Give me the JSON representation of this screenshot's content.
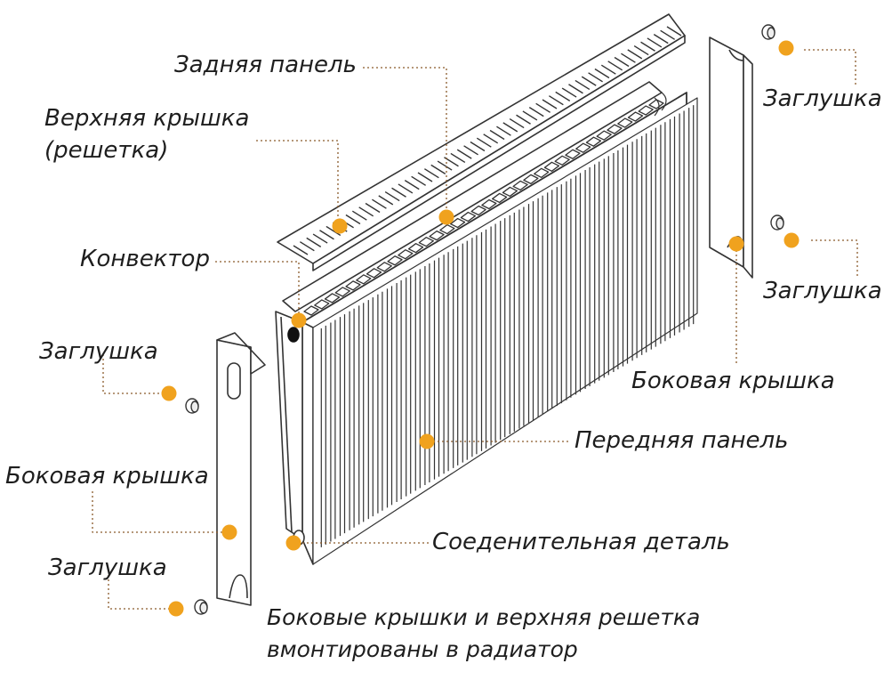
{
  "labels": {
    "back_panel": "Задняя панель",
    "top_cover_line1": "Верхняя крышка",
    "top_cover_line2": "(решетка)",
    "convector": "Конвектор",
    "plug_left_upper": "Заглушка",
    "side_cover_left": "Боковая крышка",
    "plug_left_lower": "Заглушка",
    "plug_right_upper": "Заглушка",
    "plug_right_middle": "Заглушка",
    "side_cover_right": "Боковая крышка",
    "front_panel": "Передняя панель",
    "connector_part": "Соеденительная деталь",
    "note_line1": "Боковые крышки и верхняя решетка",
    "note_line2": "вмонтированы в радиатор"
  },
  "colors": {
    "marker": "#f0a21e",
    "leader": "#8a5a2b",
    "outline": "#333333",
    "text": "#1e1e1e"
  }
}
